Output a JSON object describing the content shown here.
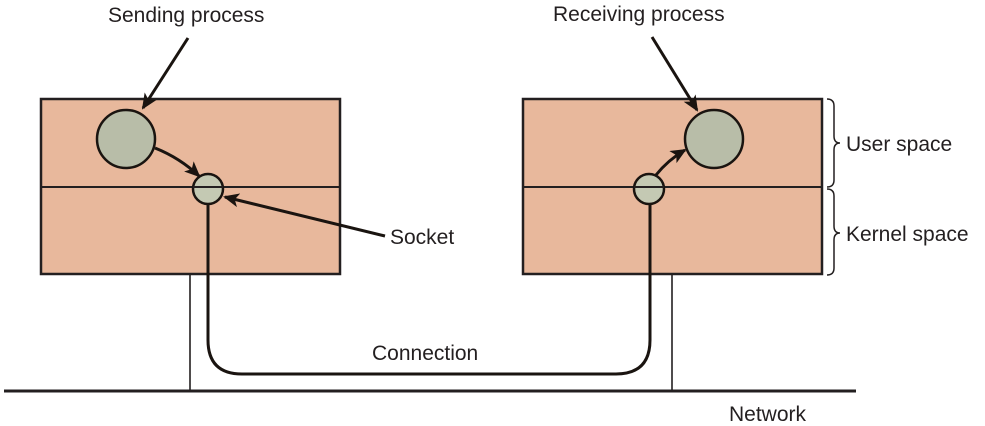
{
  "diagram": {
    "title": "Sockets used by sending and receiving processes connected over a network",
    "labels": {
      "sending_process": "Sending process",
      "receiving_process": "Receiving process",
      "socket": "Socket",
      "user_space": "User space",
      "kernel_space": "Kernel space",
      "connection": "Connection",
      "network": "Network"
    },
    "hosts": [
      {
        "id": "sender",
        "role": "Sending process",
        "regions": [
          "User space",
          "Kernel space"
        ]
      },
      {
        "id": "receiver",
        "role": "Receiving process",
        "regions": [
          "User space",
          "Kernel space"
        ]
      }
    ],
    "edges": [
      {
        "from": "Sending process",
        "to": "Socket (sender)"
      },
      {
        "from": "Socket (sender)",
        "to": "Socket (receiver)",
        "label": "Connection"
      },
      {
        "from": "Socket (receiver)",
        "to": "Receiving process"
      }
    ],
    "colors": {
      "host_box": "#e8b89c",
      "process_circle": "#b8bda8",
      "socket_circle": "#c4c9b3",
      "line": "#1a1410"
    }
  }
}
